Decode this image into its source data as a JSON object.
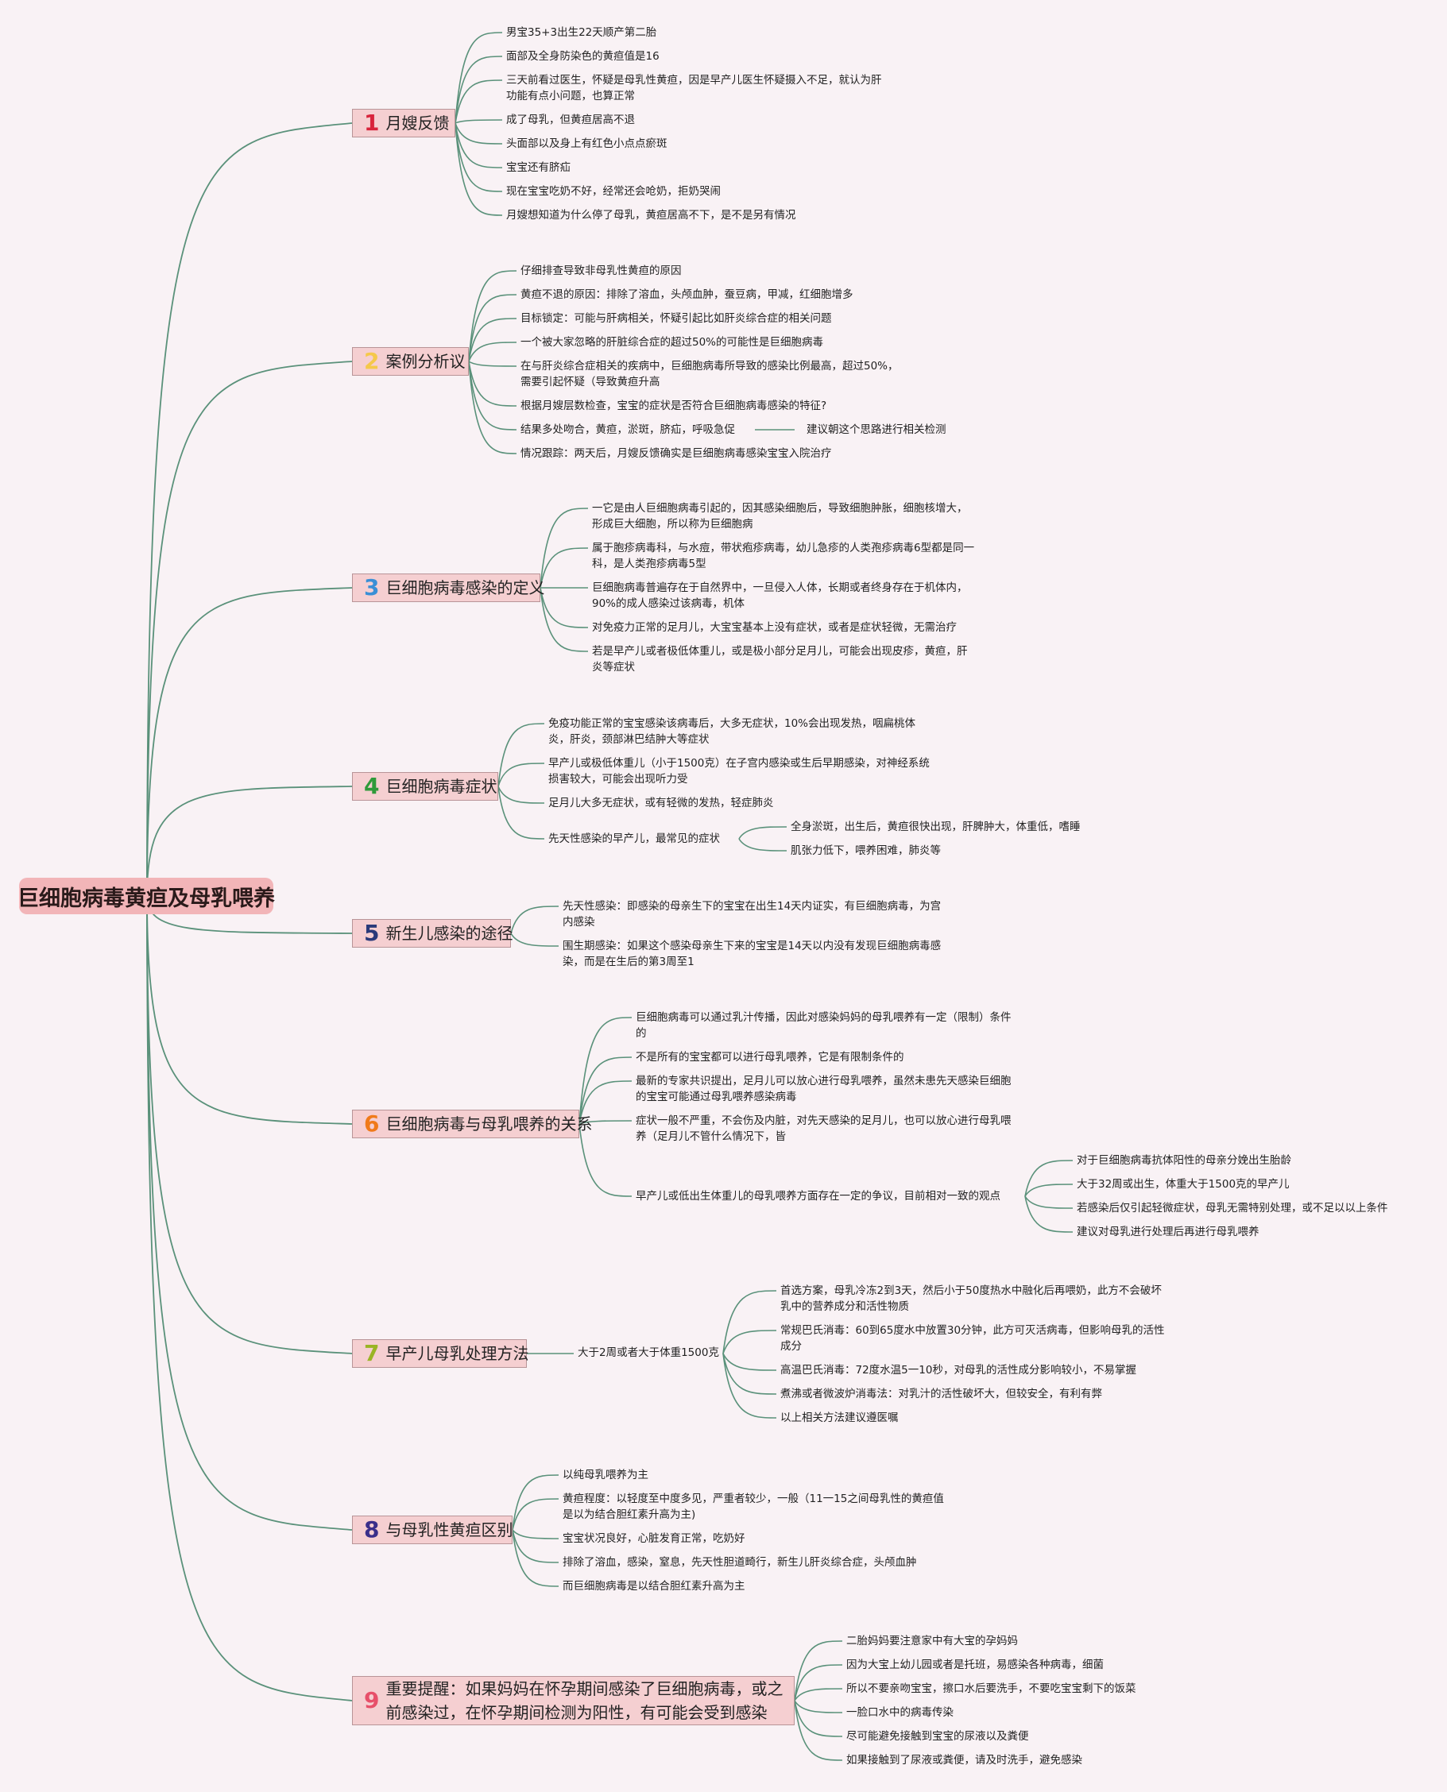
{
  "root": {
    "title": "巨细胞病毒黄疸及母乳喂养"
  },
  "colors": {
    "line": "#5a917a",
    "root_bg": "#f2b5b8",
    "branch_bg": "#f5cfd1",
    "num": [
      "#d8243c",
      "#f5c84a",
      "#3a8fd6",
      "#2f9a3a",
      "#2a3a7a",
      "#f07a1a",
      "#9ab424",
      "#3a2f8a",
      "#e7506a"
    ]
  },
  "branches": [
    {
      "num": "1",
      "label": "月嫂反馈",
      "leaves": [
        [
          "男宝35+3出生22天顺产第二胎"
        ],
        [
          "面部及全身防染色的黄疸值是16"
        ],
        [
          "三天前看过医生，怀疑是母乳性黄疸，因是早产儿医生怀疑摄入不足，就认为肝",
          "功能有点小问题，也算正常"
        ],
        [
          "成了母乳，但黄疸居高不退"
        ],
        [
          "头面部以及身上有红色小点点瘀斑"
        ],
        [
          "宝宝还有脐疝"
        ],
        [
          "现在宝宝吃奶不好，经常还会呛奶，拒奶哭闹"
        ],
        [
          "月嫂想知道为什么停了母乳，黄疸居高不下，是不是另有情况"
        ]
      ]
    },
    {
      "num": "2",
      "label": "案例分析议",
      "leaves": [
        [
          "仔细排查导致非母乳性黄疸的原因"
        ],
        [
          "黄疸不退的原因：排除了溶血，头颅血肿，蚕豆病，甲减，红细胞增多"
        ],
        [
          "目标锁定：可能与肝病相关，怀疑引起比如肝炎综合症的相关问题"
        ],
        [
          "一个被大家忽略的肝脏综合症的超过50%的可能性是巨细胞病毒"
        ],
        [
          "在与肝炎综合症相关的疾病中，巨细胞病毒所导致的感染比例最高，超过50%，",
          "需要引起怀疑（导致黄疸升高"
        ],
        [
          "根据月嫂层数检查，宝宝的症状是否符合巨细胞病毒感染的特征?"
        ],
        [
          "结果多处吻合，黄疸，淤斑，脐疝，呼吸急促"
        ],
        [
          "情况跟踪：两天后，月嫂反馈确实是巨细胞病毒感染宝宝入院治疗"
        ]
      ],
      "extra": "建议朝这个思路进行相关检测"
    },
    {
      "num": "3",
      "label": "巨细胞病毒感染的定义",
      "leaves": [
        [
          "一它是由人巨细胞病毒引起的，因其感染细胞后，导致细胞肿胀，细胞核增大，",
          "形成巨大细胞，所以称为巨细胞病"
        ],
        [
          "属于胞疹病毒科，与水痘，带状疱疹病毒，幼儿急疹的人类孢疹病毒6型都是同一",
          "科，是人类孢疹病毒5型"
        ],
        [
          "巨细胞病毒普遍存在于自然界中，一旦侵入人体，长期或者终身存在于机体内，",
          "90%的成人感染过该病毒，机体"
        ],
        [
          "对免疫力正常的足月儿，大宝宝基本上没有症状，或者是症状轻微，无需治疗"
        ],
        [
          "若是早产儿或者极低体重儿，或是极小部分足月儿，可能会出现皮疹，黄疸，肝",
          "炎等症状"
        ]
      ]
    },
    {
      "num": "4",
      "label": "巨细胞病毒症状",
      "leaves": [
        [
          "免疫功能正常的宝宝感染该病毒后，大多无症状，10%会出现发热，咽扁桃体",
          "炎，肝炎，颈部淋巴结肿大等症状"
        ],
        [
          "早产儿或极低体重儿（小于1500克）在子宫内感染或生后早期感染，对神经系统",
          "损害较大，可能会出现听力受"
        ],
        [
          "足月儿大多无症状，或有轻微的发热，轻症肺炎"
        ],
        [
          "先天性感染的早产儿，最常见的症状"
        ]
      ],
      "sub": [
        "全身淤斑，出生后，黄疸很快出现，肝脾肿大，体重低，嗜睡",
        "肌张力低下，喂养困难，肺炎等"
      ]
    },
    {
      "num": "5",
      "label": "新生儿感染的途径",
      "leaves": [
        [
          "先天性感染：即感染的母亲生下的宝宝在出生14天内证实，有巨细胞病毒，为宫",
          "内感染"
        ],
        [
          "围生期感染：如果这个感染母亲生下来的宝宝是14天以内没有发现巨细胞病毒感",
          "染，而是在生后的第3周至1"
        ]
      ]
    },
    {
      "num": "6",
      "label": "巨细胞病毒与母乳喂养的关系",
      "leaves": [
        [
          "巨细胞病毒可以通过乳汁传播，因此对感染妈妈的母乳喂养有一定（限制）条件",
          "的"
        ],
        [
          "不是所有的宝宝都可以进行母乳喂养，它是有限制条件的"
        ],
        [
          "最新的专家共识提出，足月儿可以放心进行母乳喂养，虽然未患先天感染巨细胞",
          "的宝宝可能通过母乳喂养感染病毒"
        ],
        [
          "症状一般不严重，不会伤及内脏，对先天感染的足月儿，也可以放心进行母乳喂",
          "养（足月儿不管什么情况下，皆"
        ],
        [
          "早产儿或低出生体重儿的母乳喂养方面存在一定的争议，目前相对一致的观点"
        ]
      ],
      "sub": [
        "对于巨细胞病毒抗体阳性的母亲分娩出生胎龄",
        "大于32周或出生，体重大于1500克的早产儿",
        "若感染后仅引起轻微症状，母乳无需特别处理，或不足以以上条件",
        "建议对母乳进行处理后再进行母乳喂养"
      ]
    },
    {
      "num": "7",
      "label": "早产儿母乳处理方法",
      "mid": "大于2周或者大于体重1500克",
      "leaves": [
        [
          "首选方案，母乳冷冻2到3天，然后小于50度热水中融化后再喂奶，此方不会破坏",
          "乳中的营养成分和活性物质"
        ],
        [
          "常规巴氏消毒：60到65度水中放置30分钟，此方可灭活病毒，但影响母乳的活性",
          "成分"
        ],
        [
          "高温巴氏消毒：72度水温5一10秒，对母乳的活性成分影响较小，不易掌握"
        ],
        [
          "煮沸或者微波炉消毒法：对乳汁的活性破坏大，但较安全，有利有弊"
        ],
        [
          "以上相关方法建议遵医嘱"
        ]
      ]
    },
    {
      "num": "8",
      "label": "与母乳性黄疸区别",
      "leaves": [
        [
          "以纯母乳喂养为主"
        ],
        [
          "黄疸程度：以轻度至中度多见，严重者较少，一般（11一15之间母乳性的黄疸值",
          "是以为结合胆红素升高为主)"
        ],
        [
          "宝宝状况良好，心脏发育正常，吃奶好"
        ],
        [
          "排除了溶血，感染，窒息，先天性胆道畸行，新生儿肝炎综合症，头颅血肿"
        ],
        [
          "而巨细胞病毒是以结合胆红素升高为主"
        ]
      ]
    },
    {
      "num": "9",
      "label": "重要提醒：如果妈妈在怀孕期间感染了巨细胞病毒，或之前感染过，在怀孕期间检测为阳性，有可能会受到感染",
      "label_lines": [
        "重要提醒：如果妈妈在怀孕期间感染了巨细胞病毒，或之前感",
        "染过，在怀孕期间检测为阳性，有可能会受到感染"
      ],
      "leaves": [
        [
          "二胎妈妈要注意家中有大宝的孕妈妈"
        ],
        [
          "因为大宝上幼儿园或者是托班，易感染各种病毒，细菌"
        ],
        [
          "所以不要亲吻宝宝，擦口水后要洗手，不要吃宝宝剩下的饭菜"
        ],
        [
          "一脸口水中的病毒传染"
        ],
        [
          "尽可能避免接触到宝宝的尿液以及粪便"
        ],
        [
          "如果接触到了尿液或粪便，请及时洗手，避免感染"
        ]
      ]
    }
  ]
}
